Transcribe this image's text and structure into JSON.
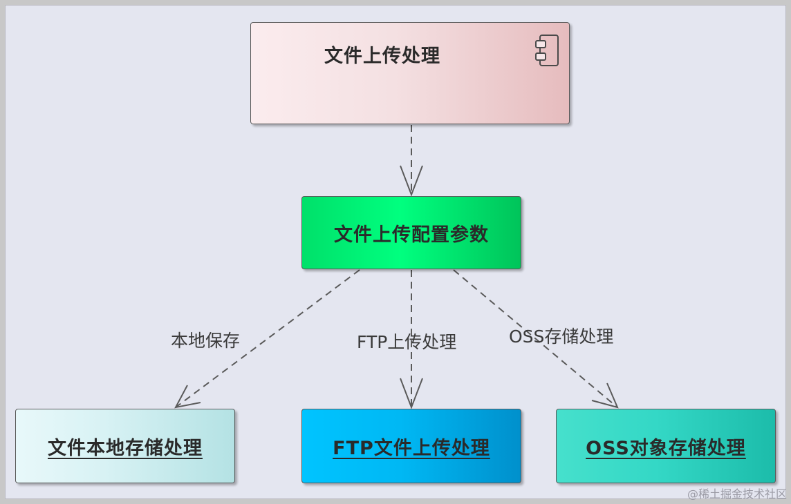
{
  "nodes": {
    "upload": "文件上传处理",
    "config": "文件上传配置参数",
    "local": "文件本地存储处理",
    "ftp": "FTP文件上传处理",
    "oss": "OSS对象存储处理"
  },
  "edges": {
    "local": "本地保存",
    "ftp": "FTP上传处理",
    "oss": "OSS存储处理"
  },
  "watermark": "@稀土掘金技术社区",
  "icons": {
    "component": "component-icon"
  }
}
